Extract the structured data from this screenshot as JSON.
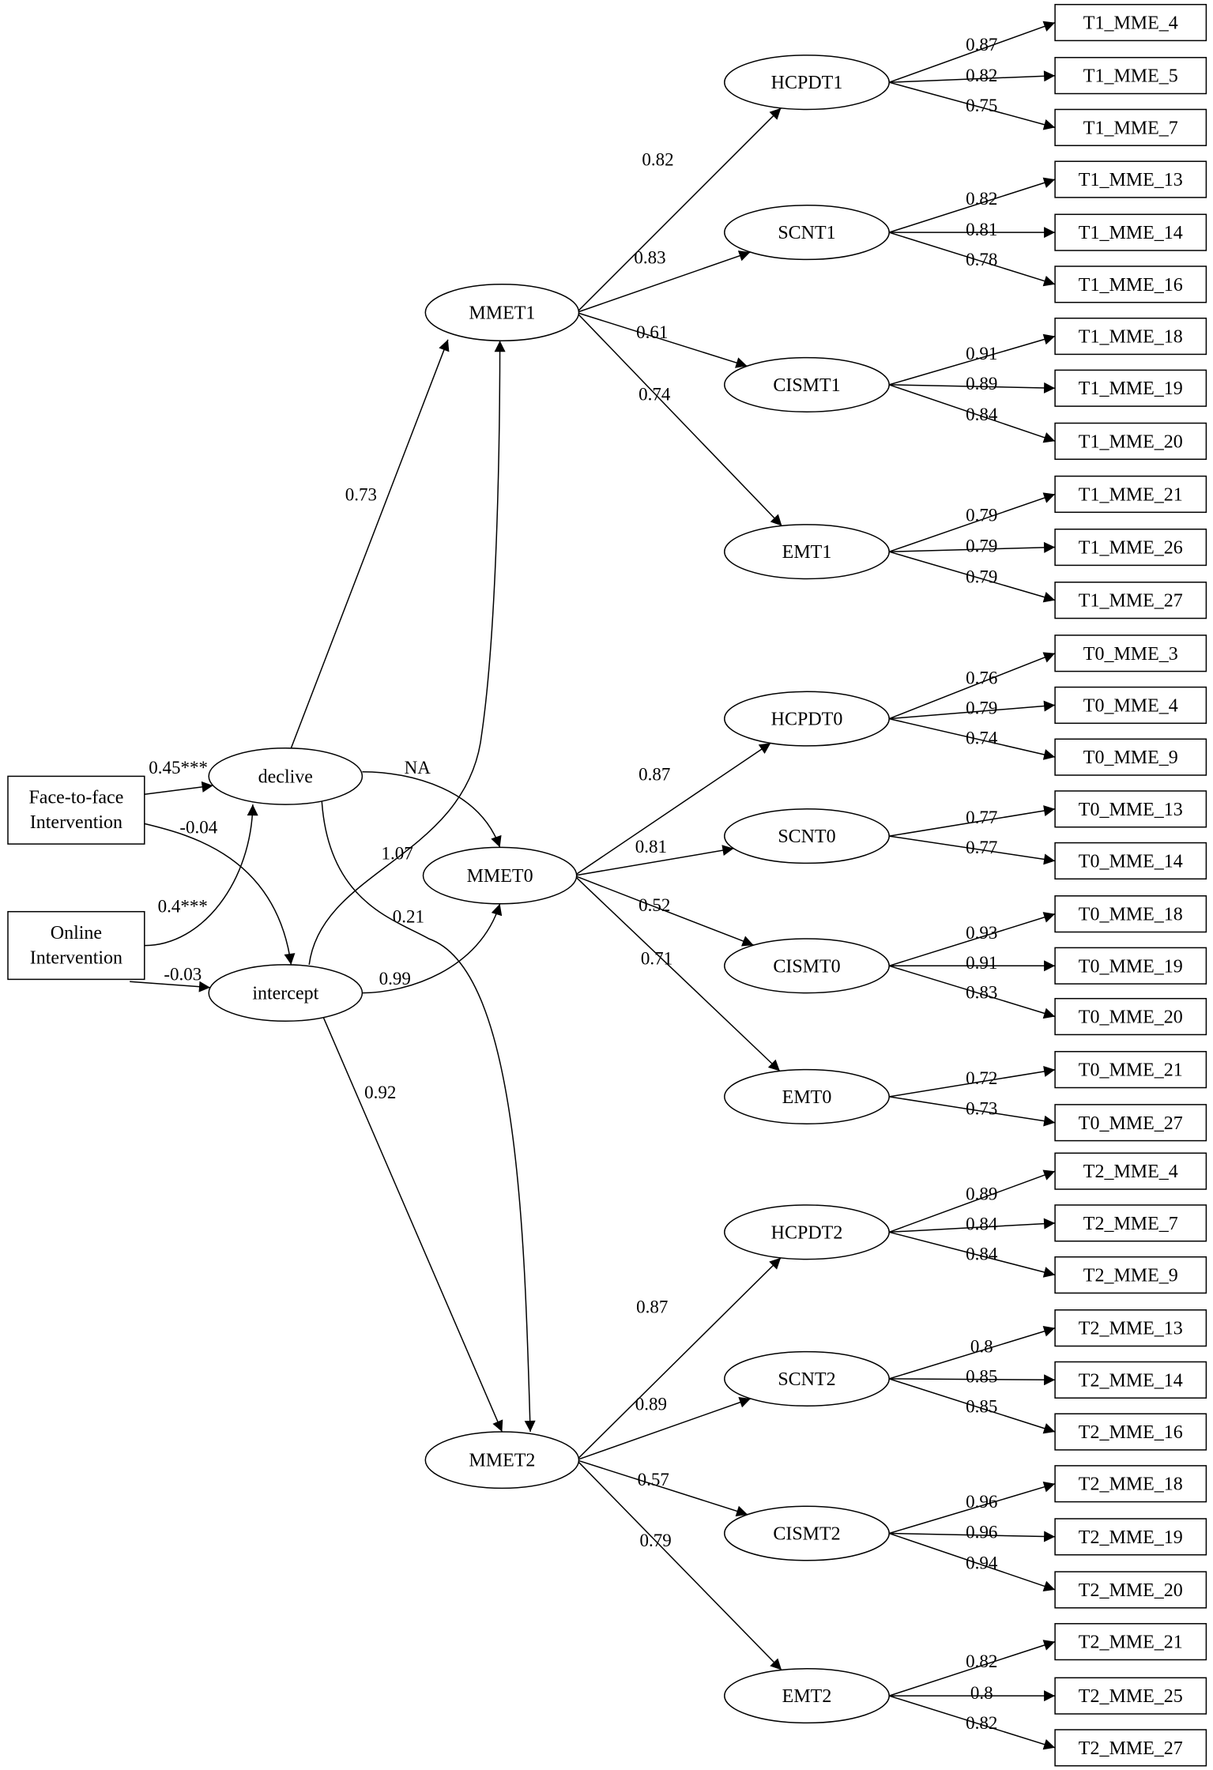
{
  "nodes": {
    "f2f": {
      "label_lines": [
        "Face-to-face",
        "Intervention"
      ]
    },
    "online": {
      "label_lines": [
        "Online",
        "Intervention"
      ]
    },
    "declive": {
      "label": "declive"
    },
    "intercept": {
      "label": "intercept"
    },
    "MMET1": {
      "label": "MMET1"
    },
    "MMET0": {
      "label": "MMET0"
    },
    "MMET2": {
      "label": "MMET2"
    },
    "HCPDT1": {
      "label": "HCPDT1"
    },
    "SCNT1": {
      "label": "SCNT1"
    },
    "CISMT1": {
      "label": "CISMT1"
    },
    "EMT1": {
      "label": "EMT1"
    },
    "HCPDT0": {
      "label": "HCPDT0"
    },
    "SCNT0": {
      "label": "SCNT0"
    },
    "CISMT0": {
      "label": "CISMT0"
    },
    "EMT0": {
      "label": "EMT0"
    },
    "HCPDT2": {
      "label": "HCPDT2"
    },
    "SCNT2": {
      "label": "SCNT2"
    },
    "CISMT2": {
      "label": "CISMT2"
    },
    "EMT2": {
      "label": "EMT2"
    },
    "T1_MME_4": {
      "label": "T1_MME_4"
    },
    "T1_MME_5": {
      "label": "T1_MME_5"
    },
    "T1_MME_7": {
      "label": "T1_MME_7"
    },
    "T1_MME_13": {
      "label": "T1_MME_13"
    },
    "T1_MME_14": {
      "label": "T1_MME_14"
    },
    "T1_MME_16": {
      "label": "T1_MME_16"
    },
    "T1_MME_18": {
      "label": "T1_MME_18"
    },
    "T1_MME_19": {
      "label": "T1_MME_19"
    },
    "T1_MME_20": {
      "label": "T1_MME_20"
    },
    "T1_MME_21": {
      "label": "T1_MME_21"
    },
    "T1_MME_26": {
      "label": "T1_MME_26"
    },
    "T1_MME_27": {
      "label": "T1_MME_27"
    },
    "T0_MME_3": {
      "label": "T0_MME_3"
    },
    "T0_MME_4": {
      "label": "T0_MME_4"
    },
    "T0_MME_9": {
      "label": "T0_MME_9"
    },
    "T0_MME_13": {
      "label": "T0_MME_13"
    },
    "T0_MME_14": {
      "label": "T0_MME_14"
    },
    "T0_MME_18": {
      "label": "T0_MME_18"
    },
    "T0_MME_19": {
      "label": "T0_MME_19"
    },
    "T0_MME_20": {
      "label": "T0_MME_20"
    },
    "T0_MME_21": {
      "label": "T0_MME_21"
    },
    "T0_MME_27": {
      "label": "T0_MME_27"
    },
    "T2_MME_4": {
      "label": "T2_MME_4"
    },
    "T2_MME_7": {
      "label": "T2_MME_7"
    },
    "T2_MME_9": {
      "label": "T2_MME_9"
    },
    "T2_MME_13": {
      "label": "T2_MME_13"
    },
    "T2_MME_14": {
      "label": "T2_MME_14"
    },
    "T2_MME_16": {
      "label": "T2_MME_16"
    },
    "T2_MME_18": {
      "label": "T2_MME_18"
    },
    "T2_MME_19": {
      "label": "T2_MME_19"
    },
    "T2_MME_20": {
      "label": "T2_MME_20"
    },
    "T2_MME_21": {
      "label": "T2_MME_21"
    },
    "T2_MME_25": {
      "label": "T2_MME_25"
    },
    "T2_MME_27": {
      "label": "T2_MME_27"
    }
  },
  "edges": [
    {
      "from": "f2f",
      "to": "declive",
      "label": "0.45***"
    },
    {
      "from": "f2f",
      "to": "intercept",
      "label": "-0.04"
    },
    {
      "from": "online",
      "to": "declive",
      "label": "0.4***"
    },
    {
      "from": "online",
      "to": "intercept",
      "label": "-0.03"
    },
    {
      "from": "declive",
      "to": "MMET1",
      "label": "0.73"
    },
    {
      "from": "declive",
      "to": "MMET0",
      "label": "NA"
    },
    {
      "from": "declive",
      "to": "MMET2",
      "label": "0.21"
    },
    {
      "from": "intercept",
      "to": "MMET1",
      "label": "1.07"
    },
    {
      "from": "intercept",
      "to": "MMET0",
      "label": "0.99"
    },
    {
      "from": "intercept",
      "to": "MMET2",
      "label": "0.92"
    },
    {
      "from": "MMET1",
      "to": "HCPDT1",
      "label": "0.82"
    },
    {
      "from": "MMET1",
      "to": "SCNT1",
      "label": "0.83"
    },
    {
      "from": "MMET1",
      "to": "CISMT1",
      "label": "0.61"
    },
    {
      "from": "MMET1",
      "to": "EMT1",
      "label": "0.74"
    },
    {
      "from": "MMET0",
      "to": "HCPDT0",
      "label": "0.87"
    },
    {
      "from": "MMET0",
      "to": "SCNT0",
      "label": "0.81"
    },
    {
      "from": "MMET0",
      "to": "CISMT0",
      "label": "0.52"
    },
    {
      "from": "MMET0",
      "to": "EMT0",
      "label": "0.71"
    },
    {
      "from": "MMET2",
      "to": "HCPDT2",
      "label": "0.87"
    },
    {
      "from": "MMET2",
      "to": "SCNT2",
      "label": "0.89"
    },
    {
      "from": "MMET2",
      "to": "CISMT2",
      "label": "0.57"
    },
    {
      "from": "MMET2",
      "to": "EMT2",
      "label": "0.79"
    },
    {
      "from": "HCPDT1",
      "to": "T1_MME_4",
      "label": "0.87"
    },
    {
      "from": "HCPDT1",
      "to": "T1_MME_5",
      "label": "0.82"
    },
    {
      "from": "HCPDT1",
      "to": "T1_MME_7",
      "label": "0.75"
    },
    {
      "from": "SCNT1",
      "to": "T1_MME_13",
      "label": "0.82"
    },
    {
      "from": "SCNT1",
      "to": "T1_MME_14",
      "label": "0.81"
    },
    {
      "from": "SCNT1",
      "to": "T1_MME_16",
      "label": "0.78"
    },
    {
      "from": "CISMT1",
      "to": "T1_MME_18",
      "label": "0.91"
    },
    {
      "from": "CISMT1",
      "to": "T1_MME_19",
      "label": "0.89"
    },
    {
      "from": "CISMT1",
      "to": "T1_MME_20",
      "label": "0.84"
    },
    {
      "from": "EMT1",
      "to": "T1_MME_21",
      "label": "0.79"
    },
    {
      "from": "EMT1",
      "to": "T1_MME_26",
      "label": "0.79"
    },
    {
      "from": "EMT1",
      "to": "T1_MME_27",
      "label": "0.79"
    },
    {
      "from": "HCPDT0",
      "to": "T0_MME_3",
      "label": "0.76"
    },
    {
      "from": "HCPDT0",
      "to": "T0_MME_4",
      "label": "0.79"
    },
    {
      "from": "HCPDT0",
      "to": "T0_MME_9",
      "label": "0.74"
    },
    {
      "from": "SCNT0",
      "to": "T0_MME_13",
      "label": "0.77"
    },
    {
      "from": "SCNT0",
      "to": "T0_MME_14",
      "label": "0.77"
    },
    {
      "from": "CISMT0",
      "to": "T0_MME_18",
      "label": "0.93"
    },
    {
      "from": "CISMT0",
      "to": "T0_MME_19",
      "label": "0.91"
    },
    {
      "from": "CISMT0",
      "to": "T0_MME_20",
      "label": "0.83"
    },
    {
      "from": "EMT0",
      "to": "T0_MME_21",
      "label": "0.72"
    },
    {
      "from": "EMT0",
      "to": "T0_MME_27",
      "label": "0.73"
    },
    {
      "from": "HCPDT2",
      "to": "T2_MME_4",
      "label": "0.89"
    },
    {
      "from": "HCPDT2",
      "to": "T2_MME_7",
      "label": "0.84"
    },
    {
      "from": "HCPDT2",
      "to": "T2_MME_9",
      "label": "0.84"
    },
    {
      "from": "SCNT2",
      "to": "T2_MME_13",
      "label": "0.8"
    },
    {
      "from": "SCNT2",
      "to": "T2_MME_14",
      "label": "0.85"
    },
    {
      "from": "SCNT2",
      "to": "T2_MME_16",
      "label": "0.85"
    },
    {
      "from": "CISMT2",
      "to": "T2_MME_18",
      "label": "0.96"
    },
    {
      "from": "CISMT2",
      "to": "T2_MME_19",
      "label": "0.96"
    },
    {
      "from": "CISMT2",
      "to": "T2_MME_20",
      "label": "0.94"
    },
    {
      "from": "EMT2",
      "to": "T2_MME_21",
      "label": "0.82"
    },
    {
      "from": "EMT2",
      "to": "T2_MME_25",
      "label": "0.8"
    },
    {
      "from": "EMT2",
      "to": "T2_MME_27",
      "label": "0.82"
    }
  ]
}
